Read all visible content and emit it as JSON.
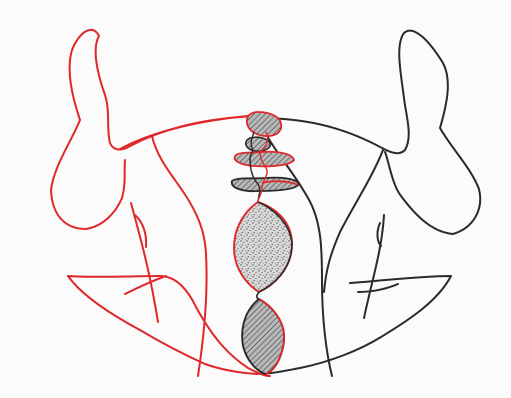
{
  "figure": {
    "description_visible_text": "",
    "colors": {
      "left_structure": "#e0282a",
      "right_structure": "#2a2a2a",
      "paper": "#fbfbfb",
      "hatch": "#333333",
      "stipple": "#6d6d6d",
      "overlap_fill": "#a9a9a9"
    },
    "regions": [
      "left-outline",
      "right-outline",
      "hatched-top-lobe",
      "hatched-middle-lobes",
      "stippled-central-lobe",
      "hatched-bottom-lobe"
    ]
  }
}
